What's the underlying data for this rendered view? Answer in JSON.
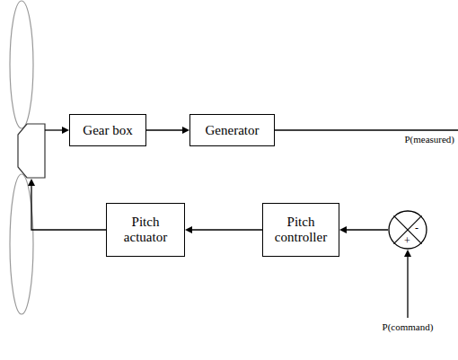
{
  "diagram": {
    "nodes": [
      {
        "text": [
          "Gear box"
        ]
      },
      {
        "text": [
          "Generator"
        ]
      },
      {
        "text": [
          "Pitch actuator"
        ]
      },
      {
        "text": [
          "Pitch controller"
        ]
      },
      {
        "text": [
          "-",
          "+"
        ]
      }
    ],
    "edges": [
      {
        "from": 0,
        "to": 1,
        "arrow": "to"
      },
      {
        "from": 4,
        "to": 3,
        "arrow": "to"
      },
      {
        "from": 3,
        "to": 2,
        "arrow": "to"
      }
    ],
    "labels": [
      "P(measured)",
      "P(command)"
    ]
  }
}
